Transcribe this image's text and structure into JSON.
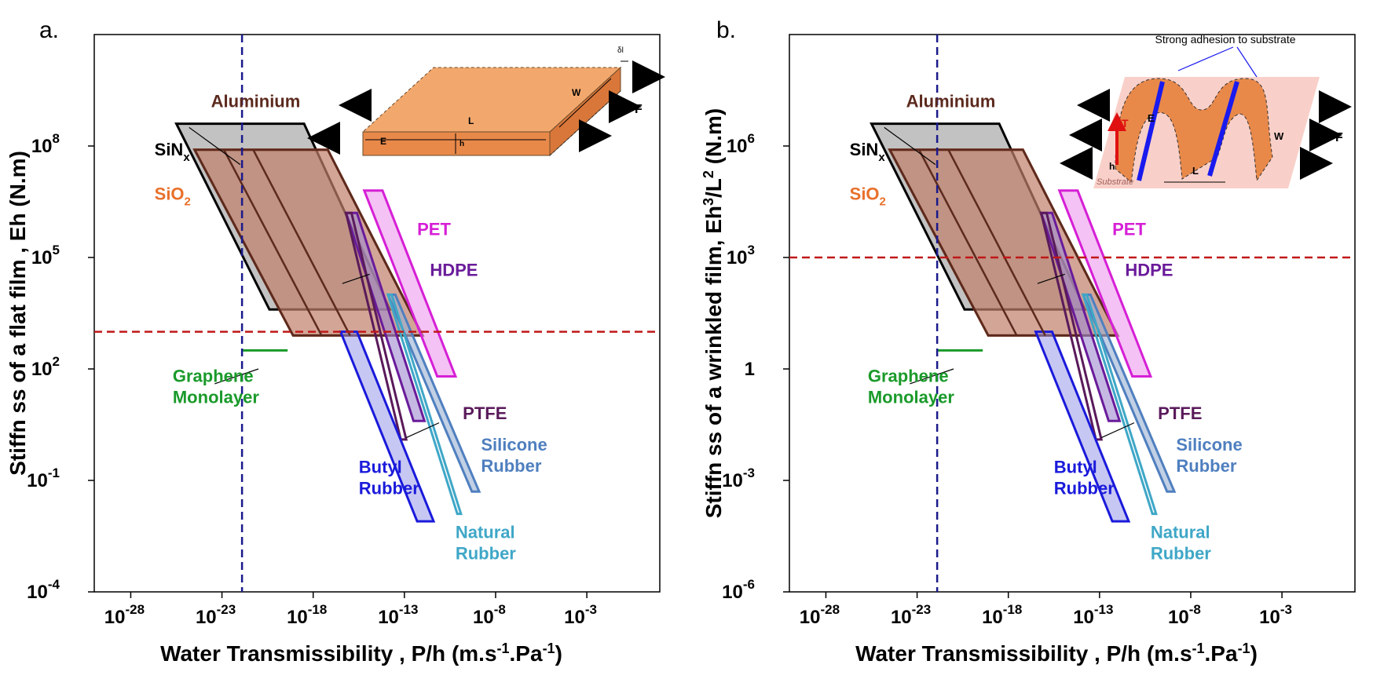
{
  "colors": {
    "aluminium": "#5c2a1e",
    "sinx": "#000000",
    "sio2": "#e8702a",
    "pet": "#d61fd6",
    "hdpe": "#6a1b9a",
    "ptfe": "#5a1a5a",
    "butyl": "#1a1adb",
    "silicone": "#4f7fbf",
    "natural": "#3fa7c7",
    "graphene": "#1a9a2a",
    "threshold_v": "#1a1a8c",
    "threshold_h": "#c01818"
  },
  "chart_data": [
    {
      "id": "a",
      "type": "region",
      "panel_label": "a.",
      "title": "",
      "xlabel": "Water Transmissibility , P/h (m.s-1.Pa-1)",
      "ylabel": "Stiffn ss of a flat film , Eh (N.m)",
      "x_scale": "log10",
      "y_scale": "log10",
      "xlim_exp": [
        -30,
        1
      ],
      "ylim_exp": [
        -4,
        11
      ],
      "x_ticks": [
        {
          "base": "10",
          "exp": "-28",
          "v": -28
        },
        {
          "base": "10",
          "exp": "-23",
          "v": -23
        },
        {
          "base": "10",
          "exp": "-18",
          "v": -18
        },
        {
          "base": "10",
          "exp": "-13",
          "v": -13
        },
        {
          "base": "10",
          "exp": "-8",
          "v": -8
        },
        {
          "base": "10",
          "exp": "-3",
          "v": -3
        }
      ],
      "y_ticks": [
        {
          "base": "10",
          "exp": "8",
          "v": 8
        },
        {
          "base": "10",
          "exp": "5",
          "v": 5
        },
        {
          "base": "10",
          "exp": "2",
          "v": 2
        },
        {
          "base": "10",
          "exp": "-1",
          "v": -1
        },
        {
          "base": "10",
          "exp": "-4",
          "v": -4
        }
      ],
      "threshold_x_exp": -21.9,
      "threshold_y_exp": 3.0,
      "materials": [
        {
          "name": "SiNx",
          "label": "SiN",
          "sub": "x",
          "sup": "",
          "polygon": [
            [
              -25.5,
              8.6
            ],
            [
              -18.5,
              8.6
            ],
            [
              -13.8,
              3.6
            ],
            [
              -20.4,
              3.6
            ]
          ],
          "color_key": "sinx",
          "fill": "#b3b3b3",
          "opacity": 0.8,
          "label_at": [
            -26.7,
            7.75
          ]
        },
        {
          "name": "SiO2",
          "label": "SiO",
          "sub": "2",
          "sup": "",
          "polygon": [
            [
              -24.5,
              7.9
            ],
            [
              -17.2,
              7.9
            ],
            [
              -12.0,
              2.9
            ],
            [
              -19.1,
              2.9
            ]
          ],
          "color_key": "sio2",
          "fill": "#f6b091",
          "opacity": 0.55,
          "label_at": [
            -26.7,
            6.55
          ]
        },
        {
          "name": "Aluminium",
          "label": "Aluminium",
          "sub": "",
          "sup": "",
          "polygon": [
            [
              -24.5,
              7.9
            ],
            [
              -17.2,
              7.9
            ],
            [
              -12.0,
              2.9
            ],
            [
              -19.1,
              2.9
            ]
          ],
          "color_key": "aluminium",
          "fill": "#8a4d45",
          "opacity": 0.35,
          "label_at": [
            -23.6,
            9.05
          ]
        },
        {
          "name": "PET",
          "label": "PET",
          "sub": "",
          "sup": "",
          "polygon": [
            [
              -15.2,
              6.8
            ],
            [
              -14.2,
              6.8
            ],
            [
              -10.2,
              1.8
            ],
            [
              -11.2,
              1.8
            ]
          ],
          "color_key": "pet",
          "fill": "#ec9aec",
          "opacity": 0.6,
          "label_at": [
            -12.3,
            5.6
          ]
        },
        {
          "name": "HDPE",
          "label": "HDPE",
          "sub": "",
          "sup": "",
          "polygon": [
            [
              -16.2,
              6.2
            ],
            [
              -15.6,
              6.2
            ],
            [
              -11.9,
              0.6
            ],
            [
              -12.5,
              0.6
            ]
          ],
          "color_key": "hdpe",
          "fill": "#9f8ad1",
          "opacity": 0.6,
          "label_at": [
            -11.6,
            4.5
          ]
        },
        {
          "name": "PTFE",
          "label": "PTFE",
          "sub": "",
          "sup": "",
          "polygon": [
            [
              -16.2,
              6.2
            ],
            [
              -15.9,
              6.2
            ],
            [
              -12.9,
              0.1
            ],
            [
              -13.2,
              0.1
            ]
          ],
          "color_key": "ptfe",
          "fill": "none",
          "opacity": 0,
          "label_at": [
            -9.8,
            0.65
          ]
        },
        {
          "name": "Butyl Rubber",
          "label": "Butyl",
          "label2": "Rubber",
          "sub": "",
          "sup": "",
          "polygon": [
            [
              -16.5,
              3.0
            ],
            [
              -15.6,
              3.0
            ],
            [
              -11.4,
              -2.1
            ],
            [
              -12.3,
              -2.1
            ]
          ],
          "color_key": "butyl",
          "fill": "#8f8fe8",
          "opacity": 0.5,
          "label_at": [
            -15.5,
            -0.8
          ]
        },
        {
          "name": "Silicone Rubber",
          "label": "Silicone",
          "label2": "Rubber",
          "sub": "",
          "sup": "",
          "polygon": [
            [
              -13.9,
              4.0
            ],
            [
              -13.5,
              4.0
            ],
            [
              -8.9,
              -1.3
            ],
            [
              -9.3,
              -1.3
            ]
          ],
          "color_key": "silicone",
          "fill": "#9ab0d4",
          "opacity": 0.6,
          "label_at": [
            -8.8,
            -0.2
          ]
        },
        {
          "name": "Natural Rubber",
          "label": "Natural",
          "label2": "Rubber",
          "sub": "",
          "sup": "",
          "polygon": [
            [
              -13.9,
              4.0
            ],
            [
              -13.7,
              4.0
            ],
            [
              -9.9,
              -1.9
            ],
            [
              -10.1,
              -1.9
            ]
          ],
          "color_key": "natural",
          "fill": "none",
          "opacity": 0,
          "label_at": [
            -10.2,
            -2.55
          ]
        },
        {
          "name": "Graphene Monolayer",
          "label": "Graphene",
          "label2": "Monolayer",
          "sub": "",
          "sup": "",
          "segment": [
            [
              -21.9,
              2.5
            ],
            [
              -19.4,
              2.5
            ]
          ],
          "color_key": "graphene",
          "label_at": [
            -25.7,
            1.65
          ]
        }
      ],
      "leaders": [
        {
          "from": [
            -24.8,
            8.5
          ],
          "to": [
            -22.0,
            7.5
          ],
          "color_key": "sinx"
        },
        {
          "from": [
            -21.0,
            2.0
          ],
          "to": [
            -23.4,
            1.6
          ],
          "color_key": "sinx"
        },
        {
          "from": [
            -16.4,
            4.3
          ],
          "to": [
            -14.9,
            4.55
          ],
          "color_key": "sinx"
        },
        {
          "from": [
            -12.9,
            0.15
          ],
          "to": [
            -11.1,
            0.55
          ],
          "color_key": "sinx"
        }
      ],
      "inset": {
        "labels": {
          "length": "L",
          "width": "W",
          "height": "h",
          "modulus": "E",
          "force": "F",
          "thickness_delta": "δl"
        }
      }
    },
    {
      "id": "b",
      "type": "region",
      "panel_label": "b.",
      "title": "",
      "xlabel": "Water Transmissibility , P/h (m.s-1.Pa-1)",
      "ylabel": "Stiffn ss of a wrinkled film, Eh3/L2 (N.m)",
      "x_scale": "log10",
      "y_scale": "log10",
      "xlim_exp": [
        -30,
        1
      ],
      "ylim_exp": [
        -6,
        9
      ],
      "x_ticks": [
        {
          "base": "10",
          "exp": "-28",
          "v": -28
        },
        {
          "base": "10",
          "exp": "-23",
          "v": -23
        },
        {
          "base": "10",
          "exp": "-18",
          "v": -18
        },
        {
          "base": "10",
          "exp": "-13",
          "v": -13
        },
        {
          "base": "10",
          "exp": "-8",
          "v": -8
        },
        {
          "base": "10",
          "exp": "-3",
          "v": -3
        }
      ],
      "y_ticks": [
        {
          "base": "10",
          "exp": "6",
          "v": 6
        },
        {
          "base": "10",
          "exp": "3",
          "v": 3
        },
        {
          "base": "1",
          "exp": "",
          "v": 0
        },
        {
          "base": "10",
          "exp": "-3",
          "v": -3
        },
        {
          "base": "10",
          "exp": "-6",
          "v": -6
        }
      ],
      "threshold_x_exp": -21.9,
      "threshold_y_exp": 3.0,
      "materials": [
        {
          "name": "SiNx",
          "label": "SiN",
          "sub": "x",
          "sup": "",
          "polygon": [
            [
              -25.5,
              6.6
            ],
            [
              -18.5,
              6.6
            ],
            [
              -13.8,
              1.6
            ],
            [
              -20.4,
              1.6
            ]
          ],
          "color_key": "sinx",
          "fill": "#b3b3b3",
          "opacity": 0.8,
          "label_at": [
            -26.7,
            5.75
          ]
        },
        {
          "name": "SiO2",
          "label": "SiO",
          "sub": "2",
          "sup": "",
          "polygon": [
            [
              -24.5,
              5.9
            ],
            [
              -17.2,
              5.9
            ],
            [
              -12.0,
              0.9
            ],
            [
              -19.1,
              0.9
            ]
          ],
          "color_key": "sio2",
          "fill": "#f6b091",
          "opacity": 0.55,
          "label_at": [
            -26.7,
            4.55
          ]
        },
        {
          "name": "Aluminium",
          "label": "Aluminium",
          "sub": "",
          "sup": "",
          "polygon": [
            [
              -24.5,
              5.9
            ],
            [
              -17.2,
              5.9
            ],
            [
              -12.0,
              0.9
            ],
            [
              -19.1,
              0.9
            ]
          ],
          "color_key": "aluminium",
          "fill": "#8a4d45",
          "opacity": 0.35,
          "label_at": [
            -23.6,
            7.05
          ]
        },
        {
          "name": "PET",
          "label": "PET",
          "sub": "",
          "sup": "",
          "polygon": [
            [
              -15.2,
              4.8
            ],
            [
              -14.2,
              4.8
            ],
            [
              -10.2,
              -0.2
            ],
            [
              -11.2,
              -0.2
            ]
          ],
          "color_key": "pet",
          "fill": "#ec9aec",
          "opacity": 0.6,
          "label_at": [
            -12.3,
            3.6
          ]
        },
        {
          "name": "HDPE",
          "label": "HDPE",
          "sub": "",
          "sup": "",
          "polygon": [
            [
              -16.2,
              4.2
            ],
            [
              -15.6,
              4.2
            ],
            [
              -11.9,
              -1.4
            ],
            [
              -12.5,
              -1.4
            ]
          ],
          "color_key": "hdpe",
          "fill": "#9f8ad1",
          "opacity": 0.6,
          "label_at": [
            -11.6,
            2.5
          ]
        },
        {
          "name": "PTFE",
          "label": "PTFE",
          "sub": "",
          "sup": "",
          "polygon": [
            [
              -16.2,
              4.2
            ],
            [
              -15.9,
              4.2
            ],
            [
              -12.9,
              -1.9
            ],
            [
              -13.2,
              -1.9
            ]
          ],
          "color_key": "ptfe",
          "fill": "none",
          "opacity": 0,
          "label_at": [
            -9.8,
            -1.35
          ]
        },
        {
          "name": "Butyl Rubber",
          "label": "Butyl",
          "label2": "Rubber",
          "sub": "",
          "sup": "",
          "polygon": [
            [
              -16.5,
              1.0
            ],
            [
              -15.6,
              1.0
            ],
            [
              -11.4,
              -4.1
            ],
            [
              -12.3,
              -4.1
            ]
          ],
          "color_key": "butyl",
          "fill": "#8f8fe8",
          "opacity": 0.5,
          "label_at": [
            -15.5,
            -2.8
          ]
        },
        {
          "name": "Silicone Rubber",
          "label": "Silicone",
          "label2": "Rubber",
          "sub": "",
          "sup": "",
          "polygon": [
            [
              -13.9,
              2.0
            ],
            [
              -13.5,
              2.0
            ],
            [
              -8.9,
              -3.3
            ],
            [
              -9.3,
              -3.3
            ]
          ],
          "color_key": "silicone",
          "fill": "#9ab0d4",
          "opacity": 0.6,
          "label_at": [
            -8.8,
            -2.2
          ]
        },
        {
          "name": "Natural Rubber",
          "label": "Natural",
          "label2": "Rubber",
          "sub": "",
          "sup": "",
          "polygon": [
            [
              -13.9,
              2.0
            ],
            [
              -13.7,
              2.0
            ],
            [
              -9.9,
              -3.9
            ],
            [
              -10.1,
              -3.9
            ]
          ],
          "color_key": "natural",
          "fill": "none",
          "opacity": 0,
          "label_at": [
            -10.2,
            -4.55
          ]
        },
        {
          "name": "Graphene Monolayer",
          "label": "Graphene",
          "label2": "Monolayer",
          "sub": "",
          "sup": "",
          "segment": [
            [
              -21.9,
              0.5
            ],
            [
              -19.4,
              0.5
            ]
          ],
          "color_key": "graphene",
          "label_at": [
            -25.7,
            -0.35
          ]
        }
      ],
      "leaders": [
        {
          "from": [
            -24.8,
            6.5
          ],
          "to": [
            -22.0,
            5.5
          ],
          "color_key": "sinx"
        },
        {
          "from": [
            -21.0,
            0.0
          ],
          "to": [
            -23.4,
            -0.4
          ],
          "color_key": "sinx"
        },
        {
          "from": [
            -16.4,
            2.3
          ],
          "to": [
            -14.9,
            2.55
          ],
          "color_key": "sinx"
        },
        {
          "from": [
            -12.9,
            -1.85
          ],
          "to": [
            -11.1,
            -1.45
          ],
          "color_key": "sinx"
        }
      ],
      "inset": {
        "labels": {
          "adhesion": "Strong adhesion to substrate",
          "modulus": "E",
          "tension": "T",
          "width": "W",
          "height": "h",
          "length": "L",
          "substrate": "Substrate",
          "force": "F"
        }
      }
    }
  ]
}
